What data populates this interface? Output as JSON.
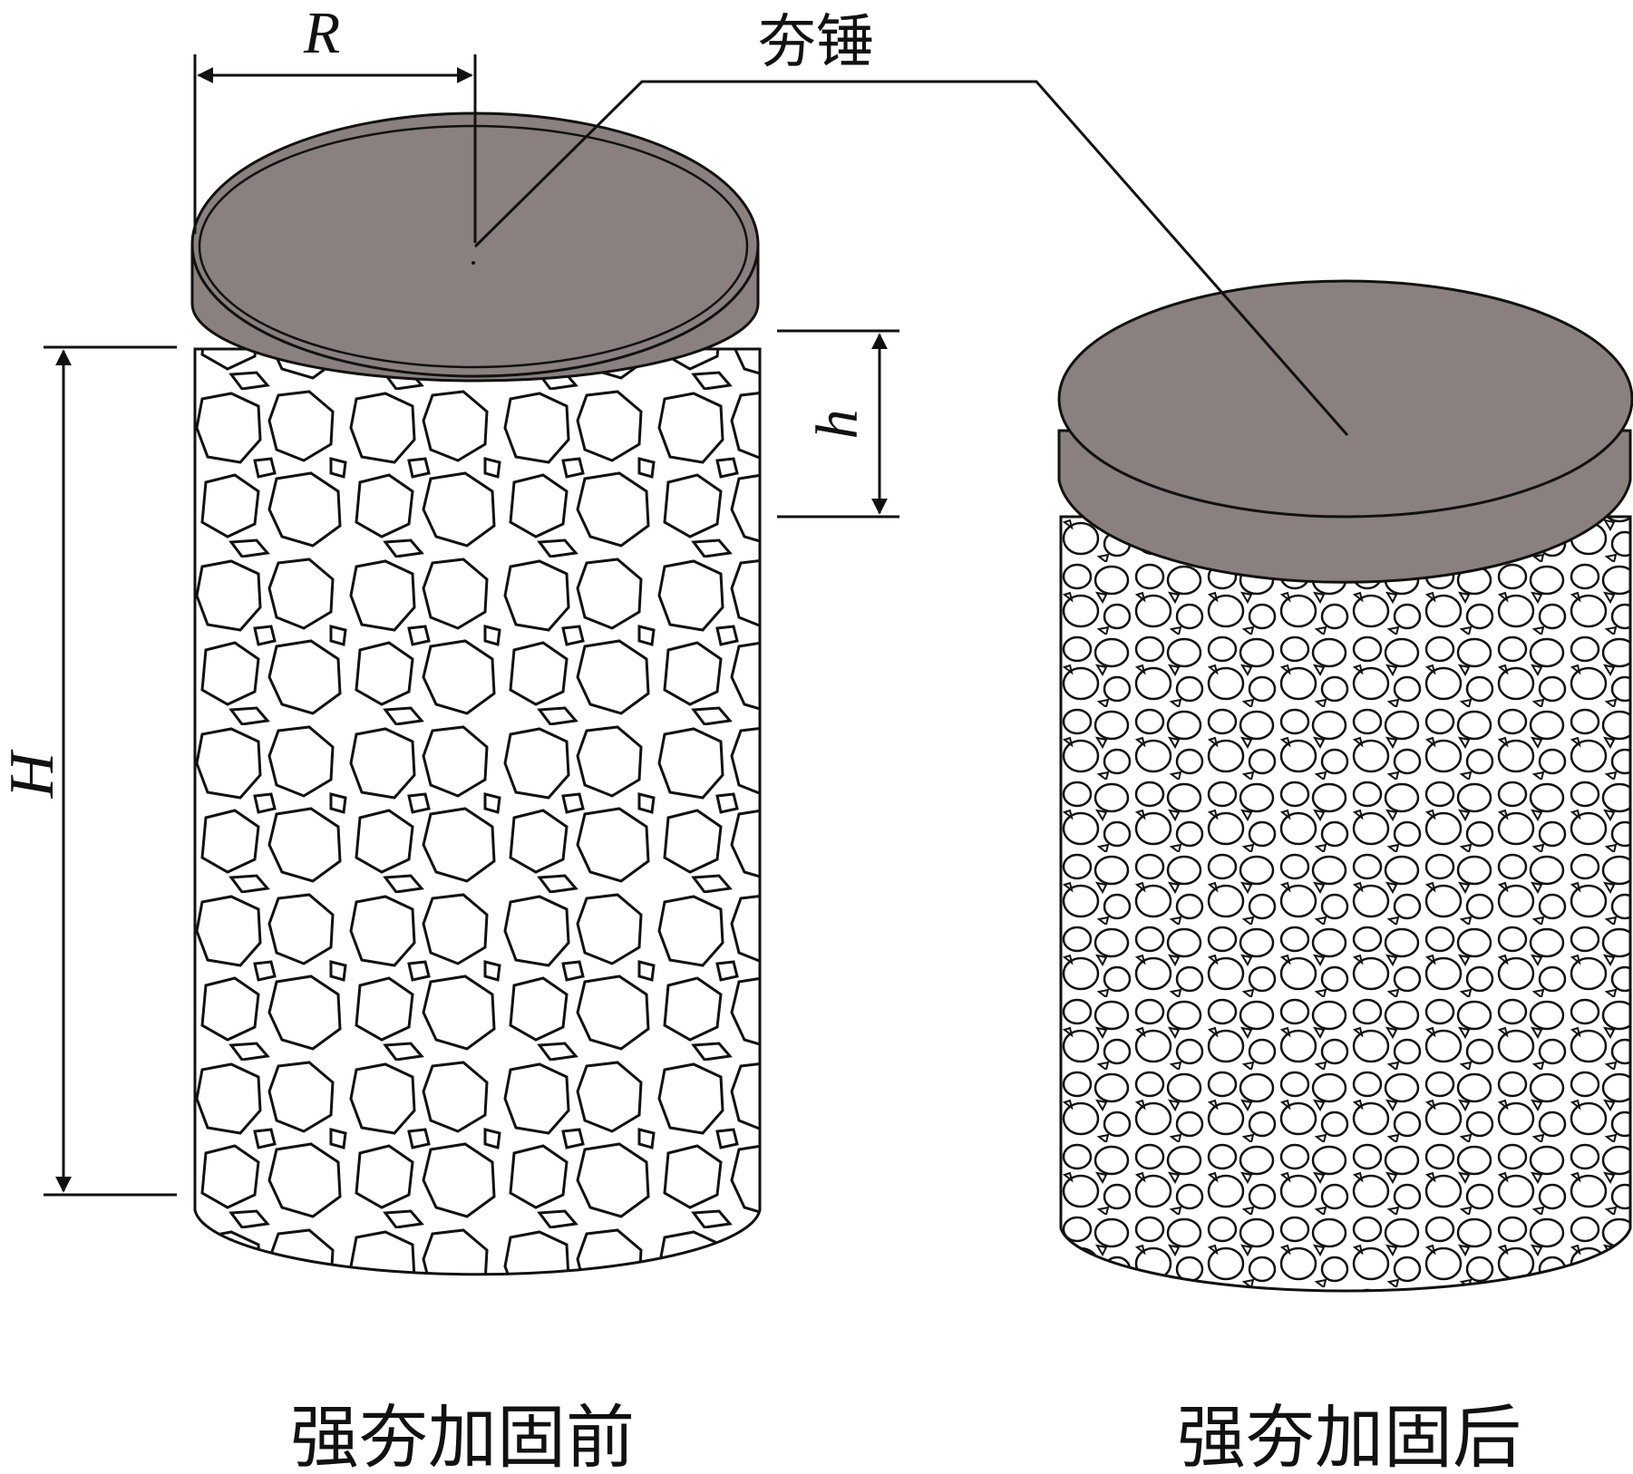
{
  "labels": {
    "hammer": "夯锤",
    "radius": "R",
    "height": "H",
    "drop": "h",
    "before": "强夯加固前",
    "after": "强夯加固后"
  },
  "colors": {
    "hammer_fill": "#8a8080",
    "stroke": "#111111",
    "background": "#ffffff"
  }
}
